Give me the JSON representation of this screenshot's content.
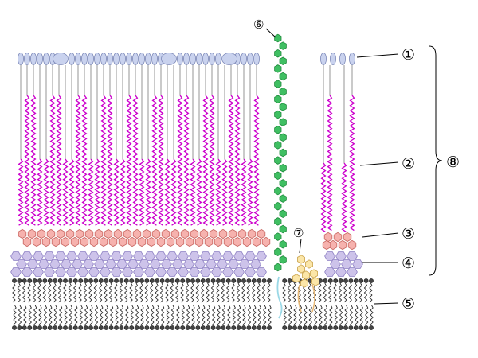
{
  "labels": {
    "l1": "①",
    "l2": "②",
    "l3": "③",
    "l4": "④",
    "l5": "⑤",
    "l6": "⑥",
    "l7": "⑦",
    "l8": "⑧"
  },
  "colors": {
    "head_fill": "#c9d2ee",
    "head_stroke": "#7d89b8",
    "chain": "#cc00cc",
    "sugar_fill": "#f6b2ae",
    "sugar_stroke": "#c7645f",
    "purple_fill": "#cdc3ea",
    "purple_stroke": "#8f82c4",
    "green_fill": "#3fbf62",
    "green_stroke": "#1f8a3c",
    "yellow_fill": "#fbe6a8",
    "yellow_stroke": "#c9a24a",
    "membrane": "#1a1a1a",
    "cyan": "#9ad8e6",
    "tan": "#e7b876"
  }
}
